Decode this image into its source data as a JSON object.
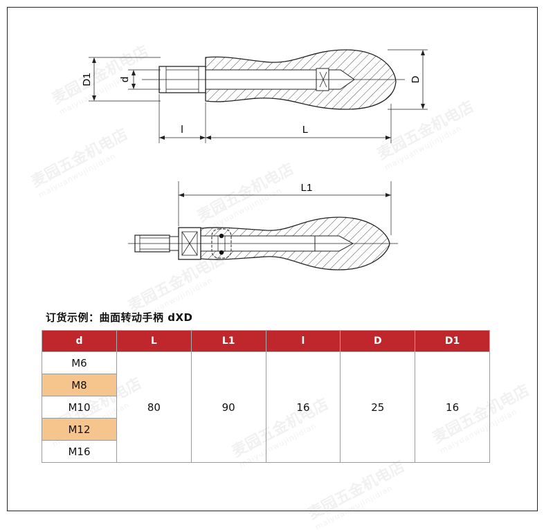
{
  "drawing": {
    "dim_D1": "D1",
    "dim_d": "d",
    "dim_D": "D",
    "dim_l": "l",
    "dim_L": "L",
    "dim_L1": "L1"
  },
  "caption": "订货示例：曲面转动手柄 dXD",
  "table": {
    "headers": [
      "d",
      "L",
      "L1",
      "l",
      "D",
      "D1"
    ],
    "sizes": [
      "M6",
      "M8",
      "M10",
      "M12",
      "M16"
    ],
    "highlight_color": "#f6c48d",
    "header_color": "#c0272d",
    "L": "80",
    "L1": "90",
    "l": "16",
    "D": "25",
    "D1": "16"
  },
  "watermark": {
    "text": "麦园五金机电店",
    "sub": "maiyuanwujinjidian"
  }
}
